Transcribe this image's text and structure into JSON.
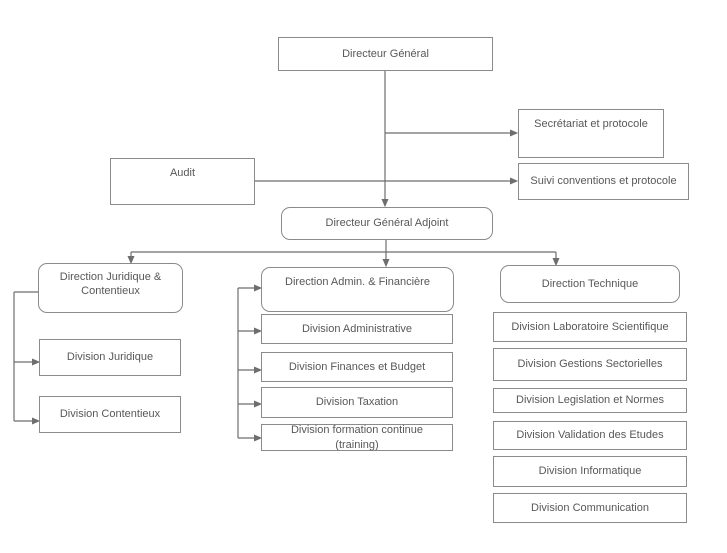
{
  "chart": {
    "type": "org-chart",
    "colors": {
      "background": "#ffffff",
      "border": "#8b8b8b",
      "line": "#6e6e6e",
      "text": "#585858"
    },
    "nodes": {
      "dg": {
        "label": "Directeur Général"
      },
      "secretariat": {
        "label": "Secrétariat et protocole"
      },
      "suivi": {
        "label": "Suivi conventions et protocole"
      },
      "audit": {
        "label": "Audit"
      },
      "dga": {
        "label": "Directeur Général Adjoint"
      },
      "dir_juridique": {
        "label": "Direction Juridique & Contentieux"
      },
      "div_juridique": {
        "label": "Division Juridique"
      },
      "div_contentieux": {
        "label": "Division Contentieux"
      },
      "dir_admin": {
        "label": "Direction Admin. & Financière"
      },
      "div_administrative": {
        "label": "Division Administrative"
      },
      "div_finances": {
        "label": "Division Finances et Budget"
      },
      "div_taxation": {
        "label": "Division Taxation"
      },
      "div_formation": {
        "label": "Division formation continue (training)"
      },
      "dir_technique": {
        "label": "Direction Technique"
      },
      "div_laboratoire": {
        "label": "Division Laboratoire Scientifique"
      },
      "div_gestions": {
        "label": "Division Gestions Sectorielles"
      },
      "div_legislation": {
        "label": "Division Legislation et Normes"
      },
      "div_validation": {
        "label": "Division Validation des Etudes"
      },
      "div_informatique": {
        "label": "Division Informatique"
      },
      "div_communication": {
        "label": "Division Communication"
      }
    },
    "structure": {
      "dg": [
        "secretariat",
        "suivi_via_shared_line",
        "dga"
      ],
      "audit": [
        "suivi"
      ],
      "dga": [
        "dir_juridique",
        "dir_admin",
        "dir_technique"
      ],
      "dir_juridique": [
        "div_juridique",
        "div_contentieux"
      ],
      "dir_admin": [
        "div_administrative",
        "div_finances",
        "div_taxation",
        "div_formation"
      ],
      "dir_technique": [
        "div_laboratoire",
        "div_gestions",
        "div_legislation",
        "div_validation",
        "div_informatique",
        "div_communication"
      ]
    }
  }
}
